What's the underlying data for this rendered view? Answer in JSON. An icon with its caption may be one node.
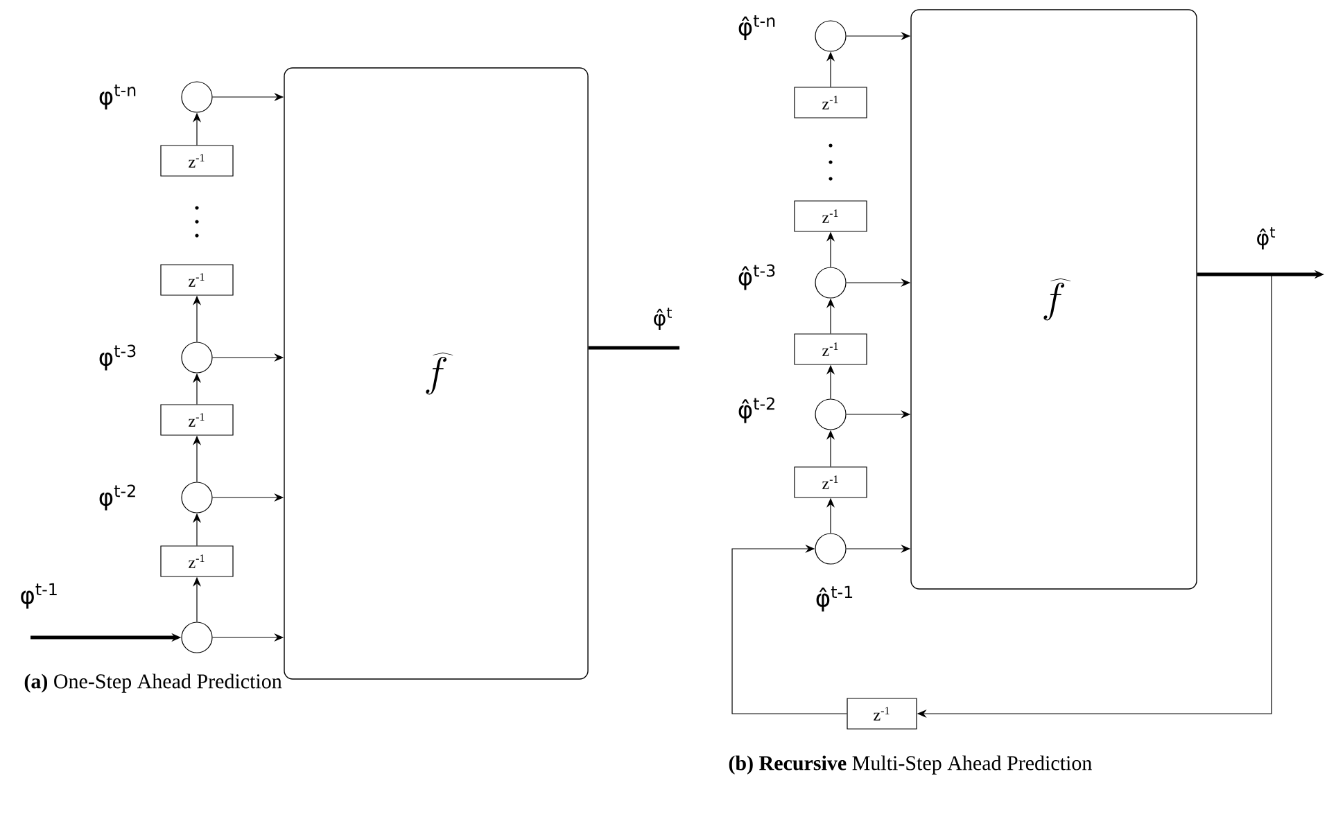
{
  "diagram": {
    "nodes": [
      {
        "text": [],
        "shape": "circle",
        "beside": [
          "φ$^{t-n}$"
        ]
      },
      {
        "text": [
          "z$^{-1}$"
        ]
      },
      {
        "text": [
          "z$^{-1}$"
        ]
      },
      {
        "text": [],
        "shape": "circle",
        "beside": [
          "φ$^{t-3}$"
        ]
      },
      {
        "text": [
          "z$^{-1}$"
        ]
      },
      {
        "text": [],
        "shape": "circle",
        "beside": [
          "φ$^{t-2}$"
        ]
      },
      {
        "text": [
          "z$^{-1}$"
        ]
      },
      {
        "text": [],
        "shape": "circle"
      },
      {
        "text": [
          "\\widehat{f}"
        ]
      },
      {
        "text": [],
        "shape": "circle",
        "beside": [
          "φ̂$^{t-n}$"
        ]
      },
      {
        "text": [
          "z$^{-1}$"
        ]
      },
      {
        "text": [
          "z$^{-1}$"
        ]
      },
      {
        "text": [],
        "shape": "circle",
        "beside": [
          "φ̂$^{t-3}$"
        ]
      },
      {
        "text": [
          "z$^{-1}$"
        ]
      },
      {
        "text": [],
        "shape": "circle",
        "beside": [
          "φ̂$^{t-2}$"
        ]
      },
      {
        "text": [
          "z$^{-1}$"
        ]
      },
      {
        "text": [],
        "shape": "circle",
        "beside": [
          "φ̂$^{t-1}$"
        ]
      },
      {
        "text": [
          "\\widehat{f}"
        ]
      },
      {
        "text": [
          "z$^{-1}$"
        ]
      }
    ],
    "edges": [
      {
        "from": null,
        "to": 7,
        "arrow": "to",
        "style": "thick"
      },
      {
        "from": 7,
        "to": 6,
        "arrow": "to"
      },
      {
        "from": 6,
        "to": 5,
        "arrow": "to"
      },
      {
        "from": 5,
        "to": 4,
        "arrow": "to"
      },
      {
        "from": 4,
        "to": 3,
        "arrow": "to"
      },
      {
        "from": 3,
        "to": 2,
        "arrow": "to"
      },
      {
        "from": 1,
        "to": 0,
        "arrow": "to"
      },
      {
        "from": 0,
        "to": 8,
        "arrow": "to"
      },
      {
        "from": 3,
        "to": 8,
        "arrow": "to"
      },
      {
        "from": 5,
        "to": 8,
        "arrow": "to"
      },
      {
        "from": 7,
        "to": 8,
        "arrow": "to"
      },
      {
        "from": 8,
        "to": null,
        "arrow": "none",
        "style": "thick",
        "label": "φ̂$^{t}$"
      },
      {
        "from": 16,
        "to": 15,
        "arrow": "to"
      },
      {
        "from": 15,
        "to": 14,
        "arrow": "to"
      },
      {
        "from": 14,
        "to": 13,
        "arrow": "to"
      },
      {
        "from": 13,
        "to": 12,
        "arrow": "to"
      },
      {
        "from": 12,
        "to": 11,
        "arrow": "to"
      },
      {
        "from": 10,
        "to": 9,
        "arrow": "to"
      },
      {
        "from": 9,
        "to": 17,
        "arrow": "to"
      },
      {
        "from": 12,
        "to": 17,
        "arrow": "to"
      },
      {
        "from": 14,
        "to": 17,
        "arrow": "to"
      },
      {
        "from": 16,
        "to": 17,
        "arrow": "to"
      },
      {
        "from": 17,
        "to": null,
        "arrow": "to",
        "style": "thick",
        "label": "φ̂$^{t}$"
      },
      {
        "from": 17,
        "to": 18,
        "arrow": "to"
      },
      {
        "from": 18,
        "to": 16,
        "arrow": "to"
      }
    ],
    "labels": [
      "φ$^{t-1}$",
      "**(a)** One-Step Ahead Prediction",
      "**(b) Recursive** Multi-Step Ahead Prediction"
    ]
  }
}
